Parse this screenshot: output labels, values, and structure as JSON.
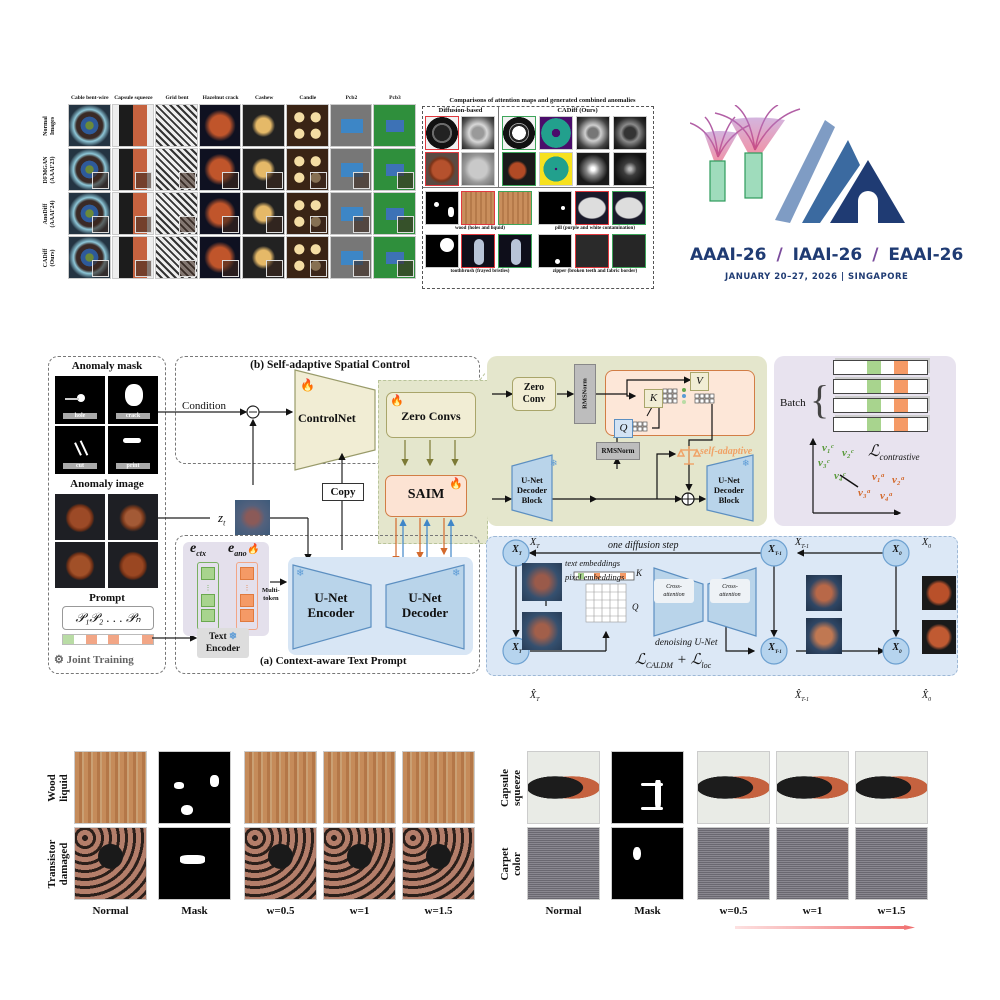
{
  "top_left_grid": {
    "columns": [
      "Cable bent-wire",
      "Capsule squeeze",
      "Grid bent",
      "Hazelnut crack",
      "Cashew",
      "Candle",
      "Pcb2",
      "Pcb3"
    ],
    "rows": [
      {
        "line1": "Normal",
        "line2": "Images"
      },
      {
        "line1": "DFMGAN",
        "line2": "(AAAI'23)"
      },
      {
        "line1": "AnoDiff",
        "line2": "(AAAI'24)"
      },
      {
        "line1": "CADiff",
        "line2": "(Ours)"
      }
    ]
  },
  "attention_panel": {
    "title": "Comparisons of attention maps and generated combined anomalies",
    "left_header": "Diffusion-based",
    "right_header": "CADiff (Ours)",
    "captions": [
      "wood (holes and liquid)",
      "pill (purple and white contamination)",
      "toothbrush (frayed bristles)",
      "zipper (broken teeth and fabric border)"
    ]
  },
  "logo": {
    "line1_a": "AAAI-26",
    "line1_b": "IAAI-26",
    "line1_c": "EAAI-26",
    "sep": "/",
    "line2": "JANUARY 20–27, 2026 | SINGAPORE",
    "colors": {
      "navy": "#1f3b73",
      "mid": "#3b6aa0",
      "light": "#7f9cc4",
      "purple": "#7a4b9c"
    }
  },
  "framework": {
    "left_panel": {
      "anomaly_mask": "Anomaly mask",
      "mask_tags": [
        "hole",
        "crack",
        "cut",
        "print"
      ],
      "anomaly_image": "Anomaly image",
      "prompt": "Prompt",
      "prompt_formula": "𝒫₁𝒫₂ . . . 𝒫ₙ",
      "joint_training": "Joint Training"
    },
    "spatial_control": {
      "title": "(b) Self-adaptive Spatial Control",
      "condition": "Condition",
      "controlnet": "ControlNet",
      "zero_convs": "Zero Convs",
      "saim": "SAIM",
      "copy": "Copy",
      "zt": "z",
      "zt_sub": "t"
    },
    "text_prompt": {
      "title": "(a) Context-aware Text Prompt",
      "e_ctx": "e",
      "e_ctx_sub": "ctx",
      "e_ano": "e",
      "e_ano_sub": "ano",
      "multi_token": "Multi-",
      "multi_token2": "token",
      "text_encoder_1": "Text",
      "text_encoder_2": "Encoder",
      "unet_encoder_1": "U-Net",
      "unet_encoder_2": "Encoder",
      "unet_decoder_1": "U-Net",
      "unet_decoder_2": "Decoder"
    },
    "saim_detail": {
      "zero_conv_1": "Zero",
      "zero_conv_2": "Conv",
      "rmsnorm_vertical": "RMSNorm",
      "rmsnorm": "RMSNorm",
      "k": "K",
      "q": "Q",
      "v": "V",
      "self_adaptive": "self-adaptive",
      "dec_block_1": "U-Net",
      "dec_block_2": "Decoder",
      "dec_block_3": "Block"
    },
    "contrastive": {
      "batch": "Batch",
      "loss": "ℒ",
      "loss_sub": "contrastive",
      "green_vectors": [
        "v₁ᶜ",
        "v₂ᶜ",
        "v₃ᶜ",
        "v₄ᶜ"
      ],
      "orange_vectors": [
        "v₁ᵃ",
        "v₂ᵃ",
        "v₃ᵃ",
        "v₄ᵃ"
      ]
    },
    "diffusion": {
      "one_step": "one diffusion step",
      "text_embeddings": "text embeddings",
      "pixel_embeddings": "pixel embeddings",
      "k": "K",
      "q": "Q",
      "cross_attention_1": "Cross-",
      "cross_attention_2": "attention",
      "denoising": "denoising U-Net",
      "loss": "ℒ",
      "loss_sub1": "CALDM",
      "plus": "+",
      "loss_sub2": "loc",
      "nodes": {
        "xT": "X",
        "T": "T",
        "xT1": "X",
        "T1": "T-1",
        "x0": "X",
        "zero": "0"
      },
      "labels": {
        "xT_top": "X",
        "xT_bot": "X̂",
        "xT1_top": "X",
        "xT1_bot": "X̂",
        "x0_top": "X",
        "x0_bot": "X̂"
      }
    }
  },
  "bottom_left": {
    "rows": [
      {
        "line1": "Wood",
        "line2": "liquid"
      },
      {
        "line1": "Transistor",
        "line2": "damaged"
      }
    ],
    "columns": [
      "Normal",
      "Mask",
      "w=0.5",
      "w=1",
      "w=1.5"
    ]
  },
  "bottom_right": {
    "rows": [
      {
        "line1": "Capsule",
        "line2": "squeeze"
      },
      {
        "line1": "Carpet",
        "line2": "color"
      }
    ],
    "columns": [
      "Normal",
      "Mask",
      "w=0.5",
      "w=1",
      "w=1.5"
    ]
  }
}
